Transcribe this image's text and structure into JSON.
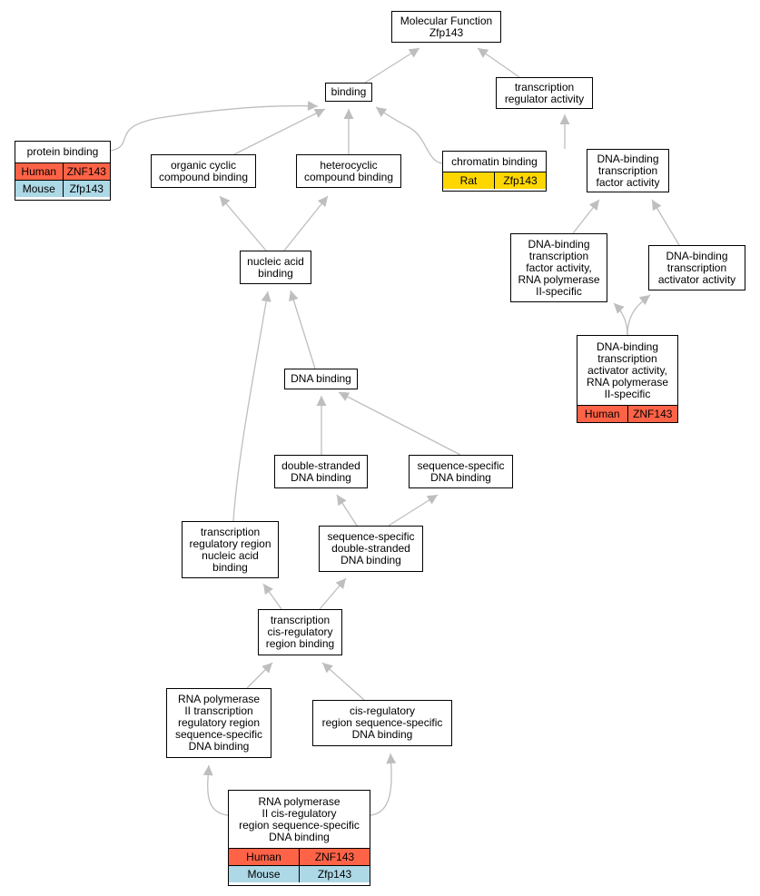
{
  "colors": {
    "human": "#FF6347",
    "mouse": "#ADD8E6",
    "rat": "#FFD700",
    "edge": "#BEBEBE"
  },
  "nodes": {
    "molecular_function": {
      "label": "Molecular Function\nZfp143",
      "rows": []
    },
    "binding": {
      "label": "binding",
      "rows": []
    },
    "transcription_regulator_activity": {
      "label": "transcription\nregulator activity",
      "rows": []
    },
    "protein_binding": {
      "label": "protein binding",
      "rows": [
        {
          "species": "Human",
          "gene": "ZNF143",
          "color": "human"
        },
        {
          "species": "Mouse",
          "gene": "Zfp143",
          "color": "mouse"
        }
      ]
    },
    "organic_cyclic_compound_binding": {
      "label": "organic cyclic\ncompound binding",
      "rows": []
    },
    "heterocyclic_compound_binding": {
      "label": "heterocyclic\ncompound binding",
      "rows": []
    },
    "chromatin_binding": {
      "label": "chromatin binding",
      "rows": [
        {
          "species": "Rat",
          "gene": "Zfp143",
          "color": "rat"
        }
      ]
    },
    "dna_binding_tf_activity": {
      "label": "DNA-binding\ntranscription\nfactor activity",
      "rows": []
    },
    "nucleic_acid_binding": {
      "label": "nucleic acid\nbinding",
      "rows": []
    },
    "dna_binding_tf_activity_rnap2": {
      "label": "DNA-binding\ntranscription\nfactor activity,\nRNA polymerase\nII-specific",
      "rows": []
    },
    "dna_binding_transcription_activator_activity": {
      "label": "DNA-binding\ntranscription\nactivator activity",
      "rows": []
    },
    "dna_binding_transcription_activator_activity_rnap2": {
      "label": "DNA-binding\ntranscription\nactivator activity,\nRNA polymerase\nII-specific",
      "rows": [
        {
          "species": "Human",
          "gene": "ZNF143",
          "color": "human"
        }
      ]
    },
    "dna_binding": {
      "label": "DNA binding",
      "rows": []
    },
    "double_stranded_dna_binding": {
      "label": "double-stranded\nDNA binding",
      "rows": []
    },
    "sequence_specific_dna_binding": {
      "label": "sequence-specific\nDNA binding",
      "rows": []
    },
    "transcription_regulatory_region_nucleic_acid_binding": {
      "label": "transcription\nregulatory region\nnucleic acid\nbinding",
      "rows": []
    },
    "sequence_specific_double_stranded_dna_binding": {
      "label": "sequence-specific\ndouble-stranded\nDNA binding",
      "rows": []
    },
    "transcription_cis_regulatory_region_binding": {
      "label": "transcription\ncis-regulatory\nregion binding",
      "rows": []
    },
    "rnap2_transcription_regulatory_region_ss_dna_binding": {
      "label": "RNA polymerase\nII transcription\nregulatory region\nsequence-specific\nDNA binding",
      "rows": []
    },
    "cis_regulatory_region_ss_dna_binding": {
      "label": "cis-regulatory\nregion sequence-specific\nDNA binding",
      "rows": []
    },
    "rnap2_cis_regulatory_region_ss_dna_binding": {
      "label": "RNA polymerase\nII cis-regulatory\nregion sequence-specific\nDNA binding",
      "rows": [
        {
          "species": "Human",
          "gene": "ZNF143",
          "color": "human"
        },
        {
          "species": "Mouse",
          "gene": "Zfp143",
          "color": "mouse"
        }
      ]
    }
  }
}
